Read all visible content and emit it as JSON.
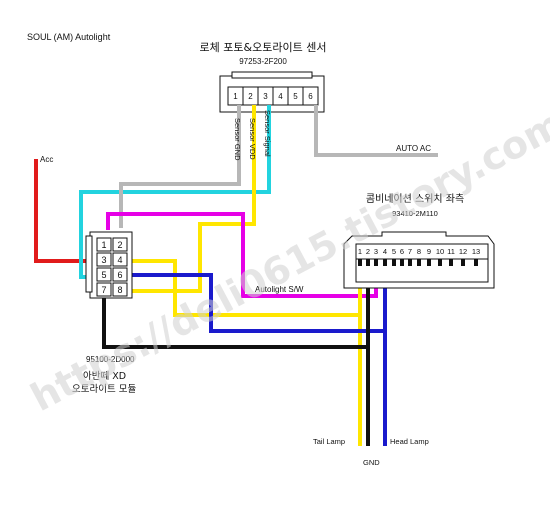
{
  "title": "SOUL (AM) Autolight",
  "watermark": "https://deli0615.tistory.com",
  "sensor": {
    "name_kr": "로체 포토&오토라이트 센서",
    "part_no": "97253-2F200",
    "pins": [
      "1",
      "2",
      "3",
      "4",
      "5",
      "6"
    ],
    "wire_labels": [
      "Sensor GND",
      "Sensor VDD",
      "Sensor Signal"
    ]
  },
  "auto_ac_label": "AUTO AC",
  "acc_label": "Acc",
  "module": {
    "part_no": "95100-2D000",
    "name_line1": "아반떼 XD",
    "name_line2": "오토라이트 모듈",
    "pins": [
      "1",
      "2",
      "3",
      "4",
      "5",
      "6",
      "7",
      "8"
    ]
  },
  "switch": {
    "name_kr": "콤비네이션 스위치 좌측",
    "part_no": "93410-2M110",
    "pins": [
      "1",
      "2",
      "3",
      "4",
      "5",
      "6",
      "7",
      "8",
      "9",
      "10",
      "11",
      "12",
      "13"
    ]
  },
  "autolight_sw_label": "Autolight S/W",
  "bottom_labels": {
    "tail_lamp": "Tail Lamp",
    "gnd": "GND",
    "head_lamp": "Head Lamp"
  },
  "wire_colors": {
    "acc": "#e11b1b",
    "cyan": "#22d3df",
    "gray": "#b7b7b7",
    "yellow": "#ffe600",
    "magenta": "#e600e6",
    "blue": "#1a1acc",
    "black": "#111111"
  }
}
